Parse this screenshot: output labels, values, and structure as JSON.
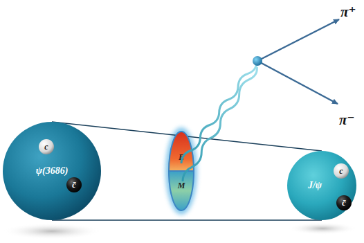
{
  "diagram": {
    "nodes": [
      {
        "text": [
          "ψ(3686)"
        ]
      },
      {
        "text": [
          "c"
        ],
        "in": 0
      },
      {
        "text": [
          "c̄"
        ],
        "in": 0
      },
      {
        "text": [
          "E"
        ]
      },
      {
        "text": [
          "M"
        ]
      },
      {
        "text": [
          "J/ψ"
        ]
      },
      {
        "text": [
          "c"
        ],
        "in": 5
      },
      {
        "text": [
          "c̄"
        ],
        "in": 5
      }
    ],
    "edges": [
      {
        "from": 0,
        "to": 5,
        "arrow": "none"
      },
      {
        "from": 0,
        "to": 5,
        "arrow": "none"
      }
    ],
    "labels": [
      "π⁺",
      "π⁻"
    ]
  }
}
